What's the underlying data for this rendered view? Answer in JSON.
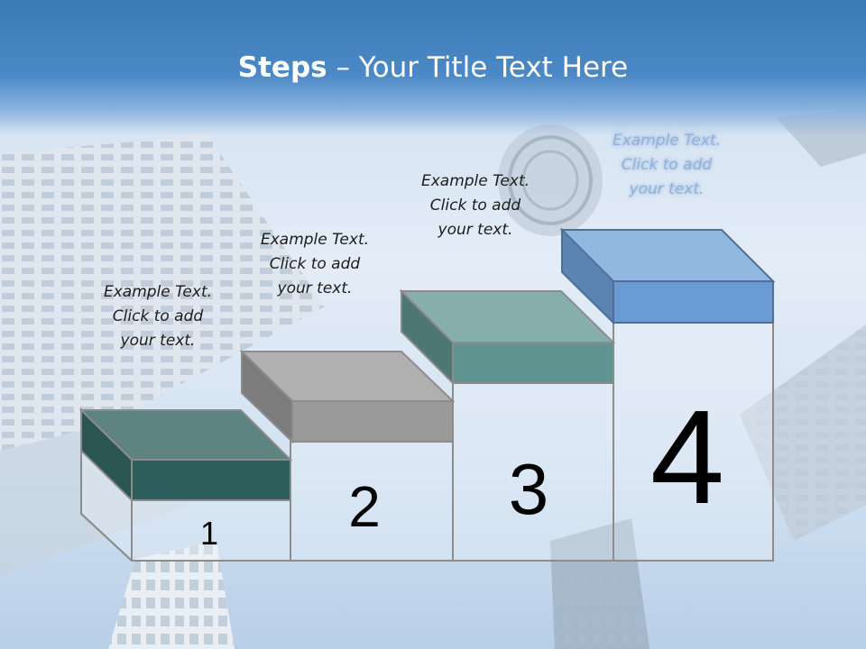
{
  "slide": {
    "title_bold": "Steps",
    "title_rest": " – Your Title Text Here",
    "captions": [
      {
        "line1": "Example Text.",
        "line2": "Click  to add",
        "line3": "your text."
      },
      {
        "line1": "Example Text.",
        "line2": "Click  to add",
        "line3": "your text."
      },
      {
        "line1": "Example Text.",
        "line2": "Click  to add",
        "line3": "your text."
      },
      {
        "line1": "Example Text.",
        "line2": "Click  to add",
        "line3": "your text."
      }
    ],
    "steps": [
      "1",
      "2",
      "3",
      "4"
    ]
  },
  "colors": {
    "title_band": "#3b78b6",
    "step1": "#2f5f5c",
    "step2": "#9a9a9a",
    "step3": "#5f9491",
    "step4": "#6a9bd2",
    "outline": "#8c8c8c"
  }
}
